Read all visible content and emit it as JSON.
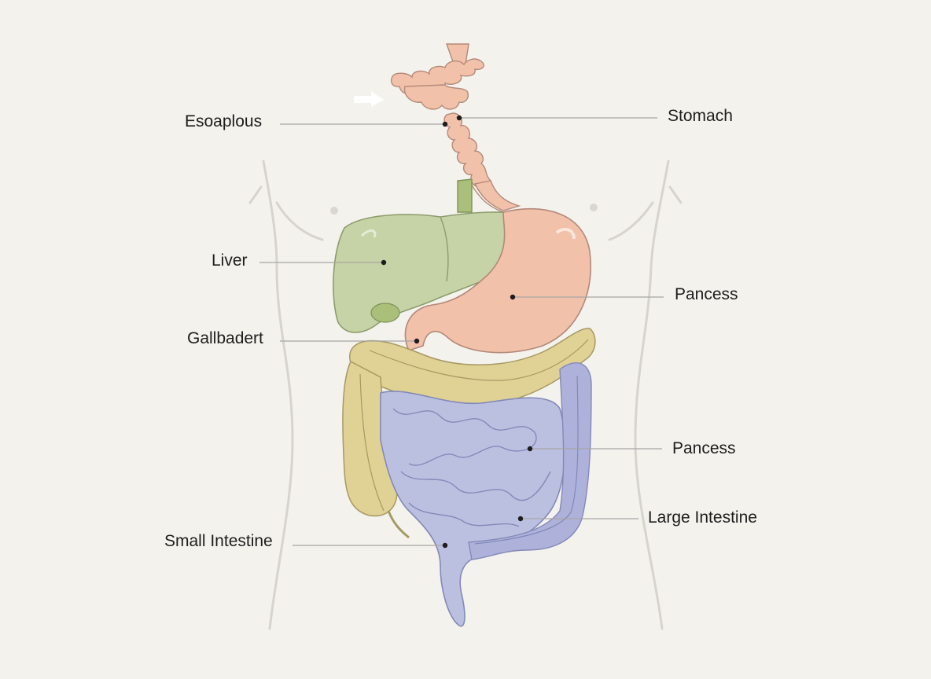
{
  "labels": {
    "esophagus": "Esoaplous",
    "stomach": "Stomach",
    "liver": "Liver",
    "pancreas_upper": "Pancess",
    "gallbladder": "Gallbadert",
    "pancreas_lower": "Pancess",
    "large_intestine": "Large Intestine",
    "small_intestine": "Small Intestine"
  },
  "colors": {
    "background": "#f4f2ec",
    "body_outline": "#d6d4cd",
    "esophagus_stomach": "#f2c1a9",
    "liver": "#c6d3a6",
    "gallbladder": "#a9bf7a",
    "colon": "#e0d195",
    "small_intestine": "#bcc0e0",
    "leader_line": "#a6a6a6",
    "dot": "#1d1d1d"
  }
}
